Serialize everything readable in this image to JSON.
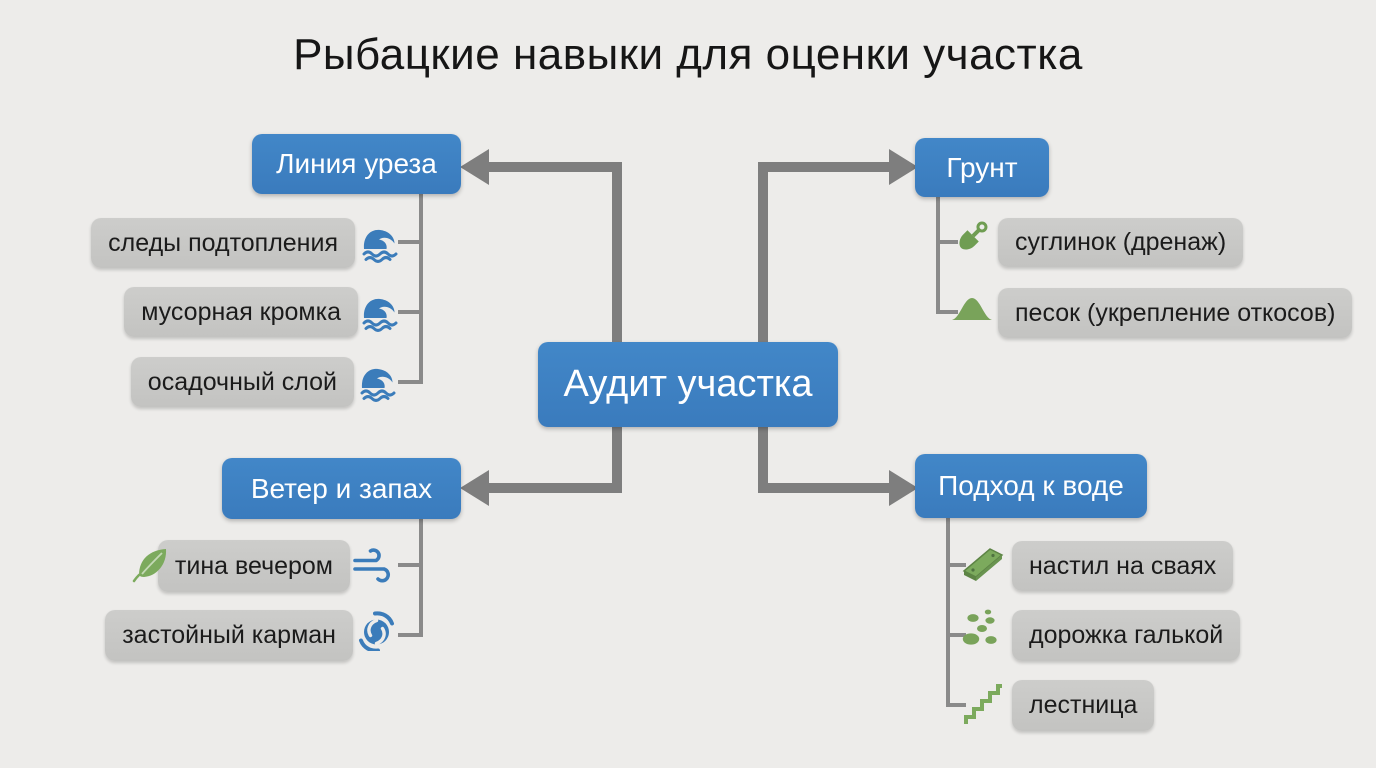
{
  "title": "Рыбацкие навыки для оценки участка",
  "center": {
    "label": "Аудит участка"
  },
  "colors": {
    "background": "#edecea",
    "accent_blue": "#3d80c2",
    "node_gray": "#c7c7c5",
    "connector_gray": "#7e7e7e",
    "tree_gray": "#8a8a8a",
    "icon_blue": "#3b7cba",
    "icon_green": "#79a35a",
    "title_text": "#161616",
    "node_text": "#1b1b1b"
  },
  "branches": [
    {
      "id": "waterline",
      "label": "Линия уреза",
      "items": [
        {
          "label": "следы подтопления",
          "icon": "wave-icon"
        },
        {
          "label": "мусорная кромка",
          "icon": "wave-icon"
        },
        {
          "label": "осадочный слой",
          "icon": "wave-icon"
        }
      ]
    },
    {
      "id": "soil",
      "label": "Грунт",
      "items": [
        {
          "label": "суглинок (дренаж)",
          "icon": "shovel-icon"
        },
        {
          "label": "песок (укрепление откосов)",
          "icon": "sand-mound-icon"
        }
      ]
    },
    {
      "id": "wind-smell",
      "label": "Ветер и запах",
      "items": [
        {
          "label": "тина вечером",
          "icon": "wind-icon",
          "icon2": "leaf-icon"
        },
        {
          "label": "застойный карман",
          "icon": "cyclone-icon"
        }
      ]
    },
    {
      "id": "water-access",
      "label": "Подход к воде",
      "items": [
        {
          "label": "настил на сваях",
          "icon": "plank-icon"
        },
        {
          "label": "дорожка галькой",
          "icon": "pebbles-icon"
        },
        {
          "label": "лестница",
          "icon": "stairs-icon"
        }
      ]
    }
  ]
}
